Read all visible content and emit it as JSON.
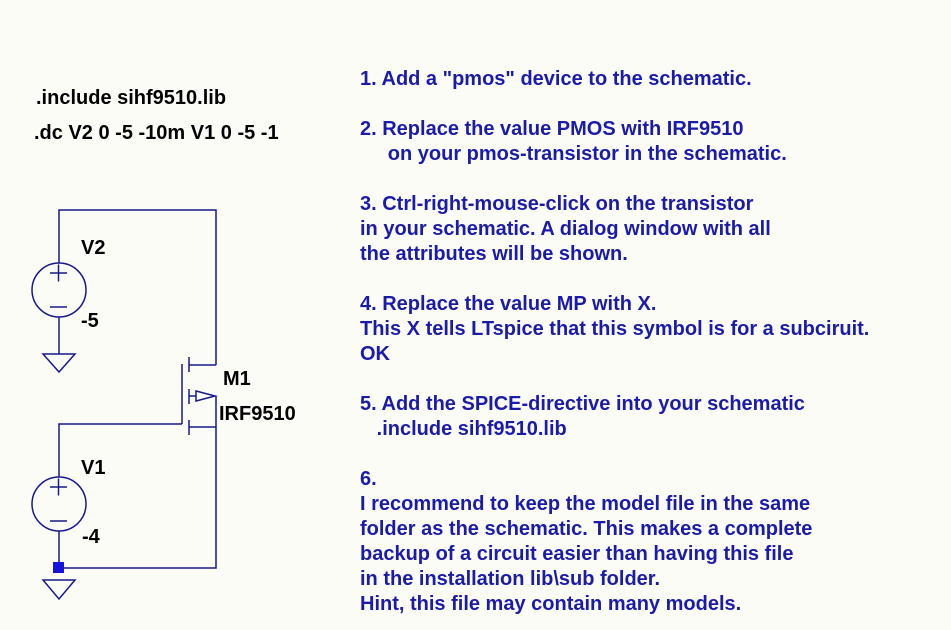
{
  "colors": {
    "background": "#FCFCF7",
    "wire": "#18188C",
    "junction": "#1414DC",
    "instruction_text": "#1B1BAA",
    "schematic_text": "#000000"
  },
  "schematic": {
    "directives": [
      ".include sihf9510.lib",
      ".dc V2 0 -5 -10m V1 0 -5 -1"
    ],
    "components": {
      "v2": {
        "name": "V2",
        "value": "-5"
      },
      "v1": {
        "name": "V1",
        "value": "-4"
      },
      "m1": {
        "name": "M1",
        "value": "IRF9510"
      }
    }
  },
  "instructions": {
    "lines": [
      "1. Add a \"pmos\" device to the schematic.",
      "",
      "2. Replace the value PMOS with IRF9510",
      "     on your pmos-transistor in the schematic.",
      "",
      "3. Ctrl-right-mouse-click on the transistor",
      "in your schematic. A dialog window with all",
      "the attributes will be shown.",
      "",
      "4. Replace the value MP with X.",
      "This X tells LTspice that this symbol is for a subciruit.",
      "OK",
      "",
      "5. Add the SPICE-directive into your schematic",
      "   .include sihf9510.lib",
      "",
      "6.",
      "I recommend to keep the model file in the same",
      "folder as the schematic. This makes a complete",
      "backup of a circuit easier than having this file",
      "in the installation lib\\sub folder.",
      "Hint, this file may contain many models."
    ]
  }
}
